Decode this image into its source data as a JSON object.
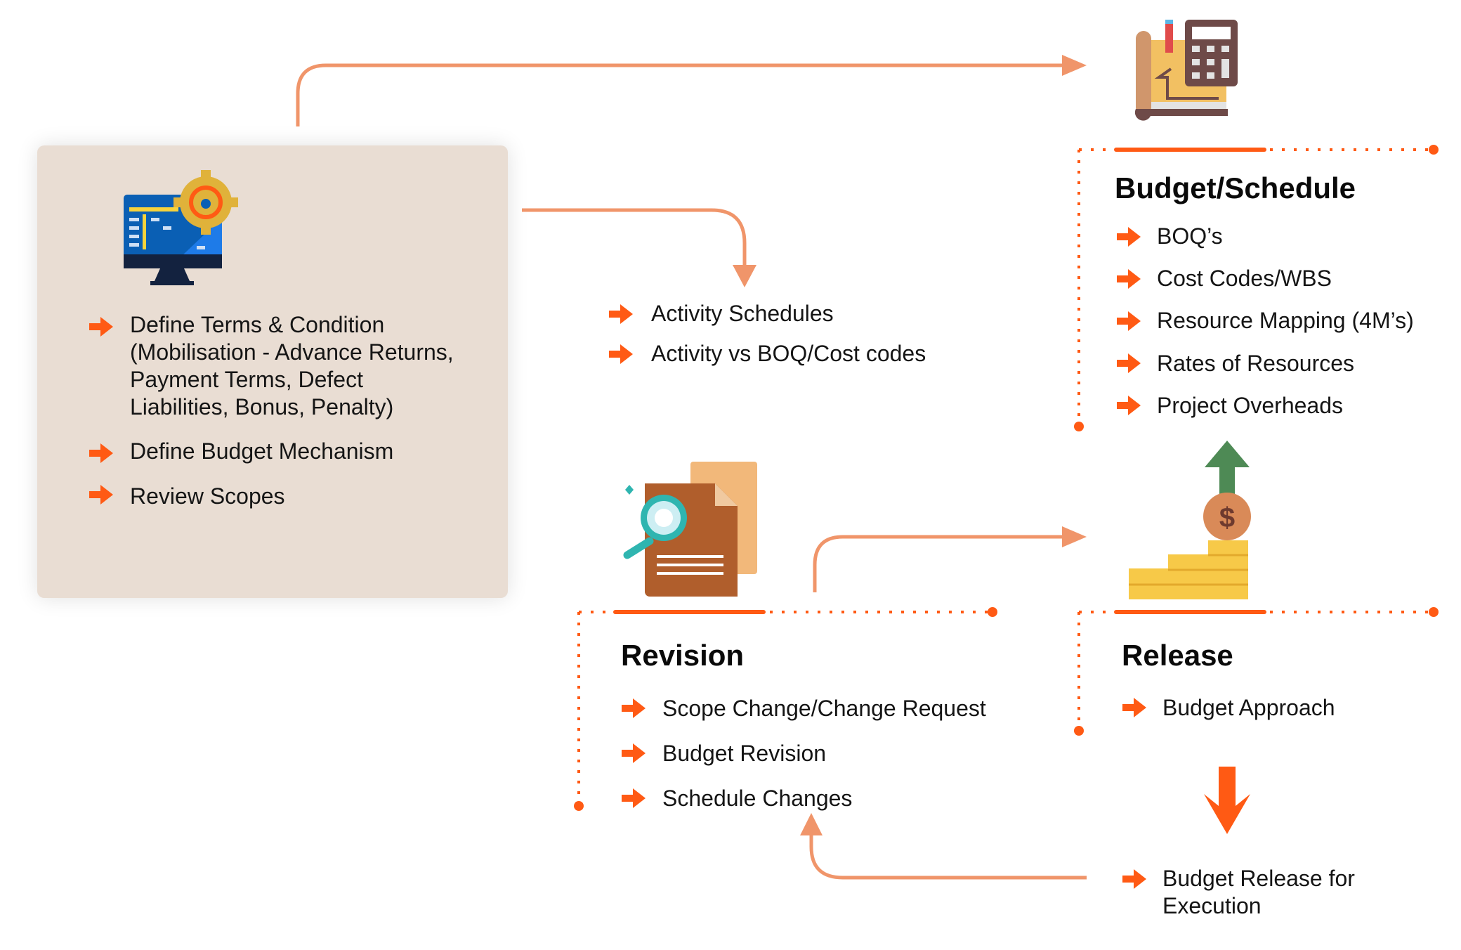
{
  "colors": {
    "accent": "#FF5A14",
    "connector": "#F0956A",
    "card": "#E9DDD3"
  },
  "definition": {
    "items": [
      "Define Terms & Condition",
      "(Mobilisation - Advance Returns,",
      "Payment Terms, Defect",
      "Liabilities, Bonus, Penalty)",
      "Define Budget Mechanism",
      "Review Scopes"
    ]
  },
  "activities": {
    "items": [
      "Activity Schedules",
      "Activity vs BOQ/Cost codes"
    ]
  },
  "budget_schedule": {
    "title": "Budget/Schedule",
    "items": [
      "BOQ’s",
      "Cost Codes/WBS",
      "Resource Mapping (4M’s)",
      "Rates of Resources",
      "Project Overheads"
    ]
  },
  "revision": {
    "title": "Revision",
    "items": [
      "Scope Change/Change Request",
      "Budget Revision",
      "Schedule Changes"
    ]
  },
  "release": {
    "title": "Release",
    "items": [
      "Budget Approach"
    ],
    "final": [
      "Budget Release for",
      "Execution"
    ]
  },
  "icons": {
    "dollar": "$"
  }
}
